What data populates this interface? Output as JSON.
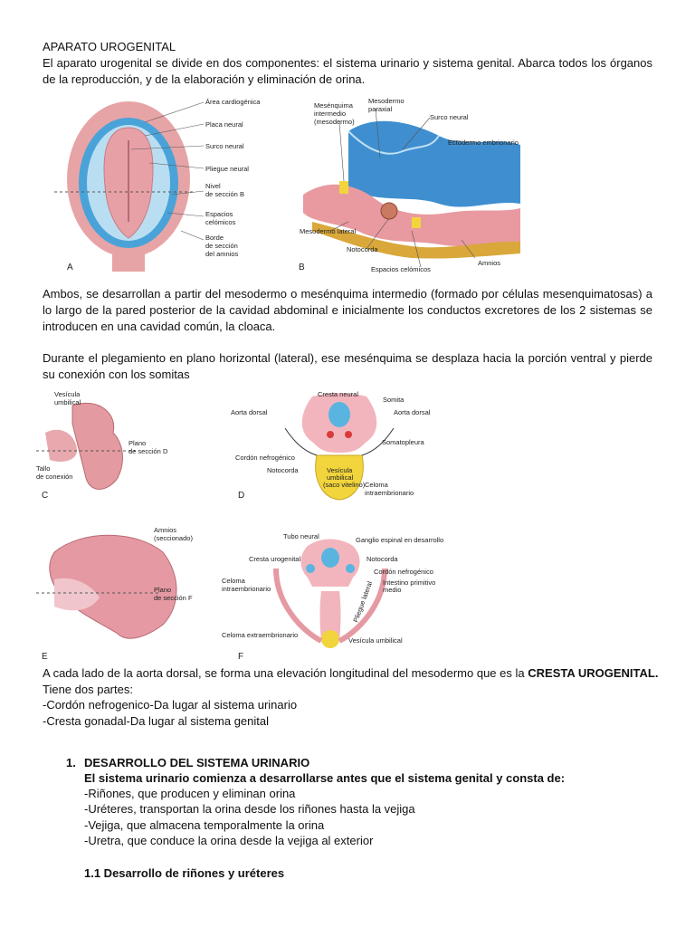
{
  "doc": {
    "title": "APARATO UROGENITAL",
    "intro_1": "El aparato urogenital se divide en dos componentes: el sistema urinario y sistema genital. Abarca todos los órganos",
    "intro_2": "de la reproducción, y de la elaboración y eliminación de orina.",
    "para2_1": "Ambos, se desarrollan a partir del mesodermo o mesénquima intermedio (formado por células mesenquimatosas) a",
    "para2_2": "lo largo de la pared posterior de la cavidad abdominal e inicialmente los conductos excretores de los 2 sistemas se",
    "para2_3": "introducen en una cavidad común, la cloaca.",
    "para3_1": "Durante el plegamiento en plano horizontal (lateral), ese mesénquima se desplaza hacia la porción ventral y pierde",
    "para3_2": "su conexión con los somitas",
    "para4_1a": "A cada lado de la aorta dorsal, se forma una elevación longitudinal del mesodermo que es la",
    "para4_1b": "CRESTA UROGENITAL.",
    "para4_2": "Tiene dos partes:",
    "para4_3": "-Cordón nefrogenico-Da lugar al sistema urinario",
    "para4_4": "-Cresta gonadal-Da lugar al sistema genital",
    "sec1_num": "1.",
    "sec1_title": "DESARROLLO DEL SISTEMA URINARIO",
    "sec1_sub": "El sistema urinario comienza a desarrollarse antes que el sistema genital y consta de:",
    "sec1_items": [
      "-Riñones, que producen y eliminan orina",
      "-Uréteres, transportan la orina desde los riñones hasta la vejiga",
      "-Vejiga, que almacena temporalmente la orina",
      "-Uretra, que conduce la orina desde la vejiga al exterior"
    ],
    "sub11": "1.1  Desarrollo de riñones y uréteres"
  },
  "figA": {
    "letter": "A",
    "labels": [
      "Área cardiogénica",
      "Placa neural",
      "Surco neural",
      "Pliegue neural",
      "Nivel",
      "de sección B",
      "Espacios",
      "celómicos",
      "Borde",
      "de sección",
      "del amnios"
    ]
  },
  "figB": {
    "letter": "B",
    "labels": [
      "Mesénquima",
      "intermedio",
      "(mesodermo)",
      "Mesodermo",
      "paraxial",
      "Surco neural",
      "Ectodermo embrionario",
      "Mesodermo lateral",
      "Notocorda",
      "Espacios celómicos",
      "Amnios"
    ]
  },
  "figC": {
    "letter": "C",
    "labels": [
      "Vesícula",
      "umbilical",
      "Plano",
      "de sección D",
      "Tallo",
      "de conexión"
    ]
  },
  "figD": {
    "letter": "D",
    "labels": [
      "Cresta neural",
      "Somita",
      "Aorta dorsal",
      "Aorta dorsal",
      "Cordón nefrogénico",
      "Somatopleura",
      "Notocorda",
      "Vesícula",
      "umbilical",
      "(saco vitelino)",
      "Celoma",
      "intraembrionario"
    ]
  },
  "figE": {
    "letter": "E",
    "labels": [
      "Amnios",
      "(seccionado)",
      "Plano",
      "de sección F"
    ]
  },
  "figF": {
    "letter": "F",
    "labels": [
      "Tubo neural",
      "Ganglio espinal en desarrollo",
      "Cresta urogenital",
      "Notocorda",
      "Cordón nefrogénico",
      "Celoma",
      "intraembrionario",
      "Intestino primitivo",
      "medio",
      "Pliegue lateral",
      "Celoma extraembrionario",
      "Vesícula umbilical"
    ]
  },
  "colors": {
    "tissue_pink": "#e9a3a8",
    "blue": "#5ab4e0",
    "yellow": "#f2d53c",
    "red": "#d93a3a"
  }
}
